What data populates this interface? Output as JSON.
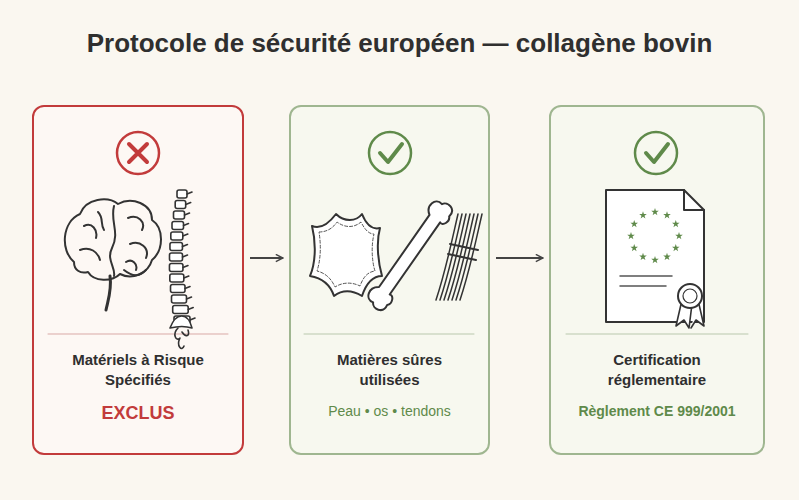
{
  "diagram": {
    "title": "Protocole de sécurité européen — collagène bovin",
    "nodes": [
      {
        "text": [
          "Matériels à Risque Spécifiés",
          "EXCLUS"
        ]
      },
      {
        "text": [
          "Matières sûres utilisées",
          "Peau • os • tendons"
        ]
      },
      {
        "text": [
          "Certification réglementaire",
          "Règlement CE 999/2001"
        ]
      }
    ],
    "edges": [
      {
        "from": 0,
        "to": 1,
        "arrow": "to"
      },
      {
        "from": 1,
        "to": 2,
        "arrow": "to"
      }
    ]
  }
}
